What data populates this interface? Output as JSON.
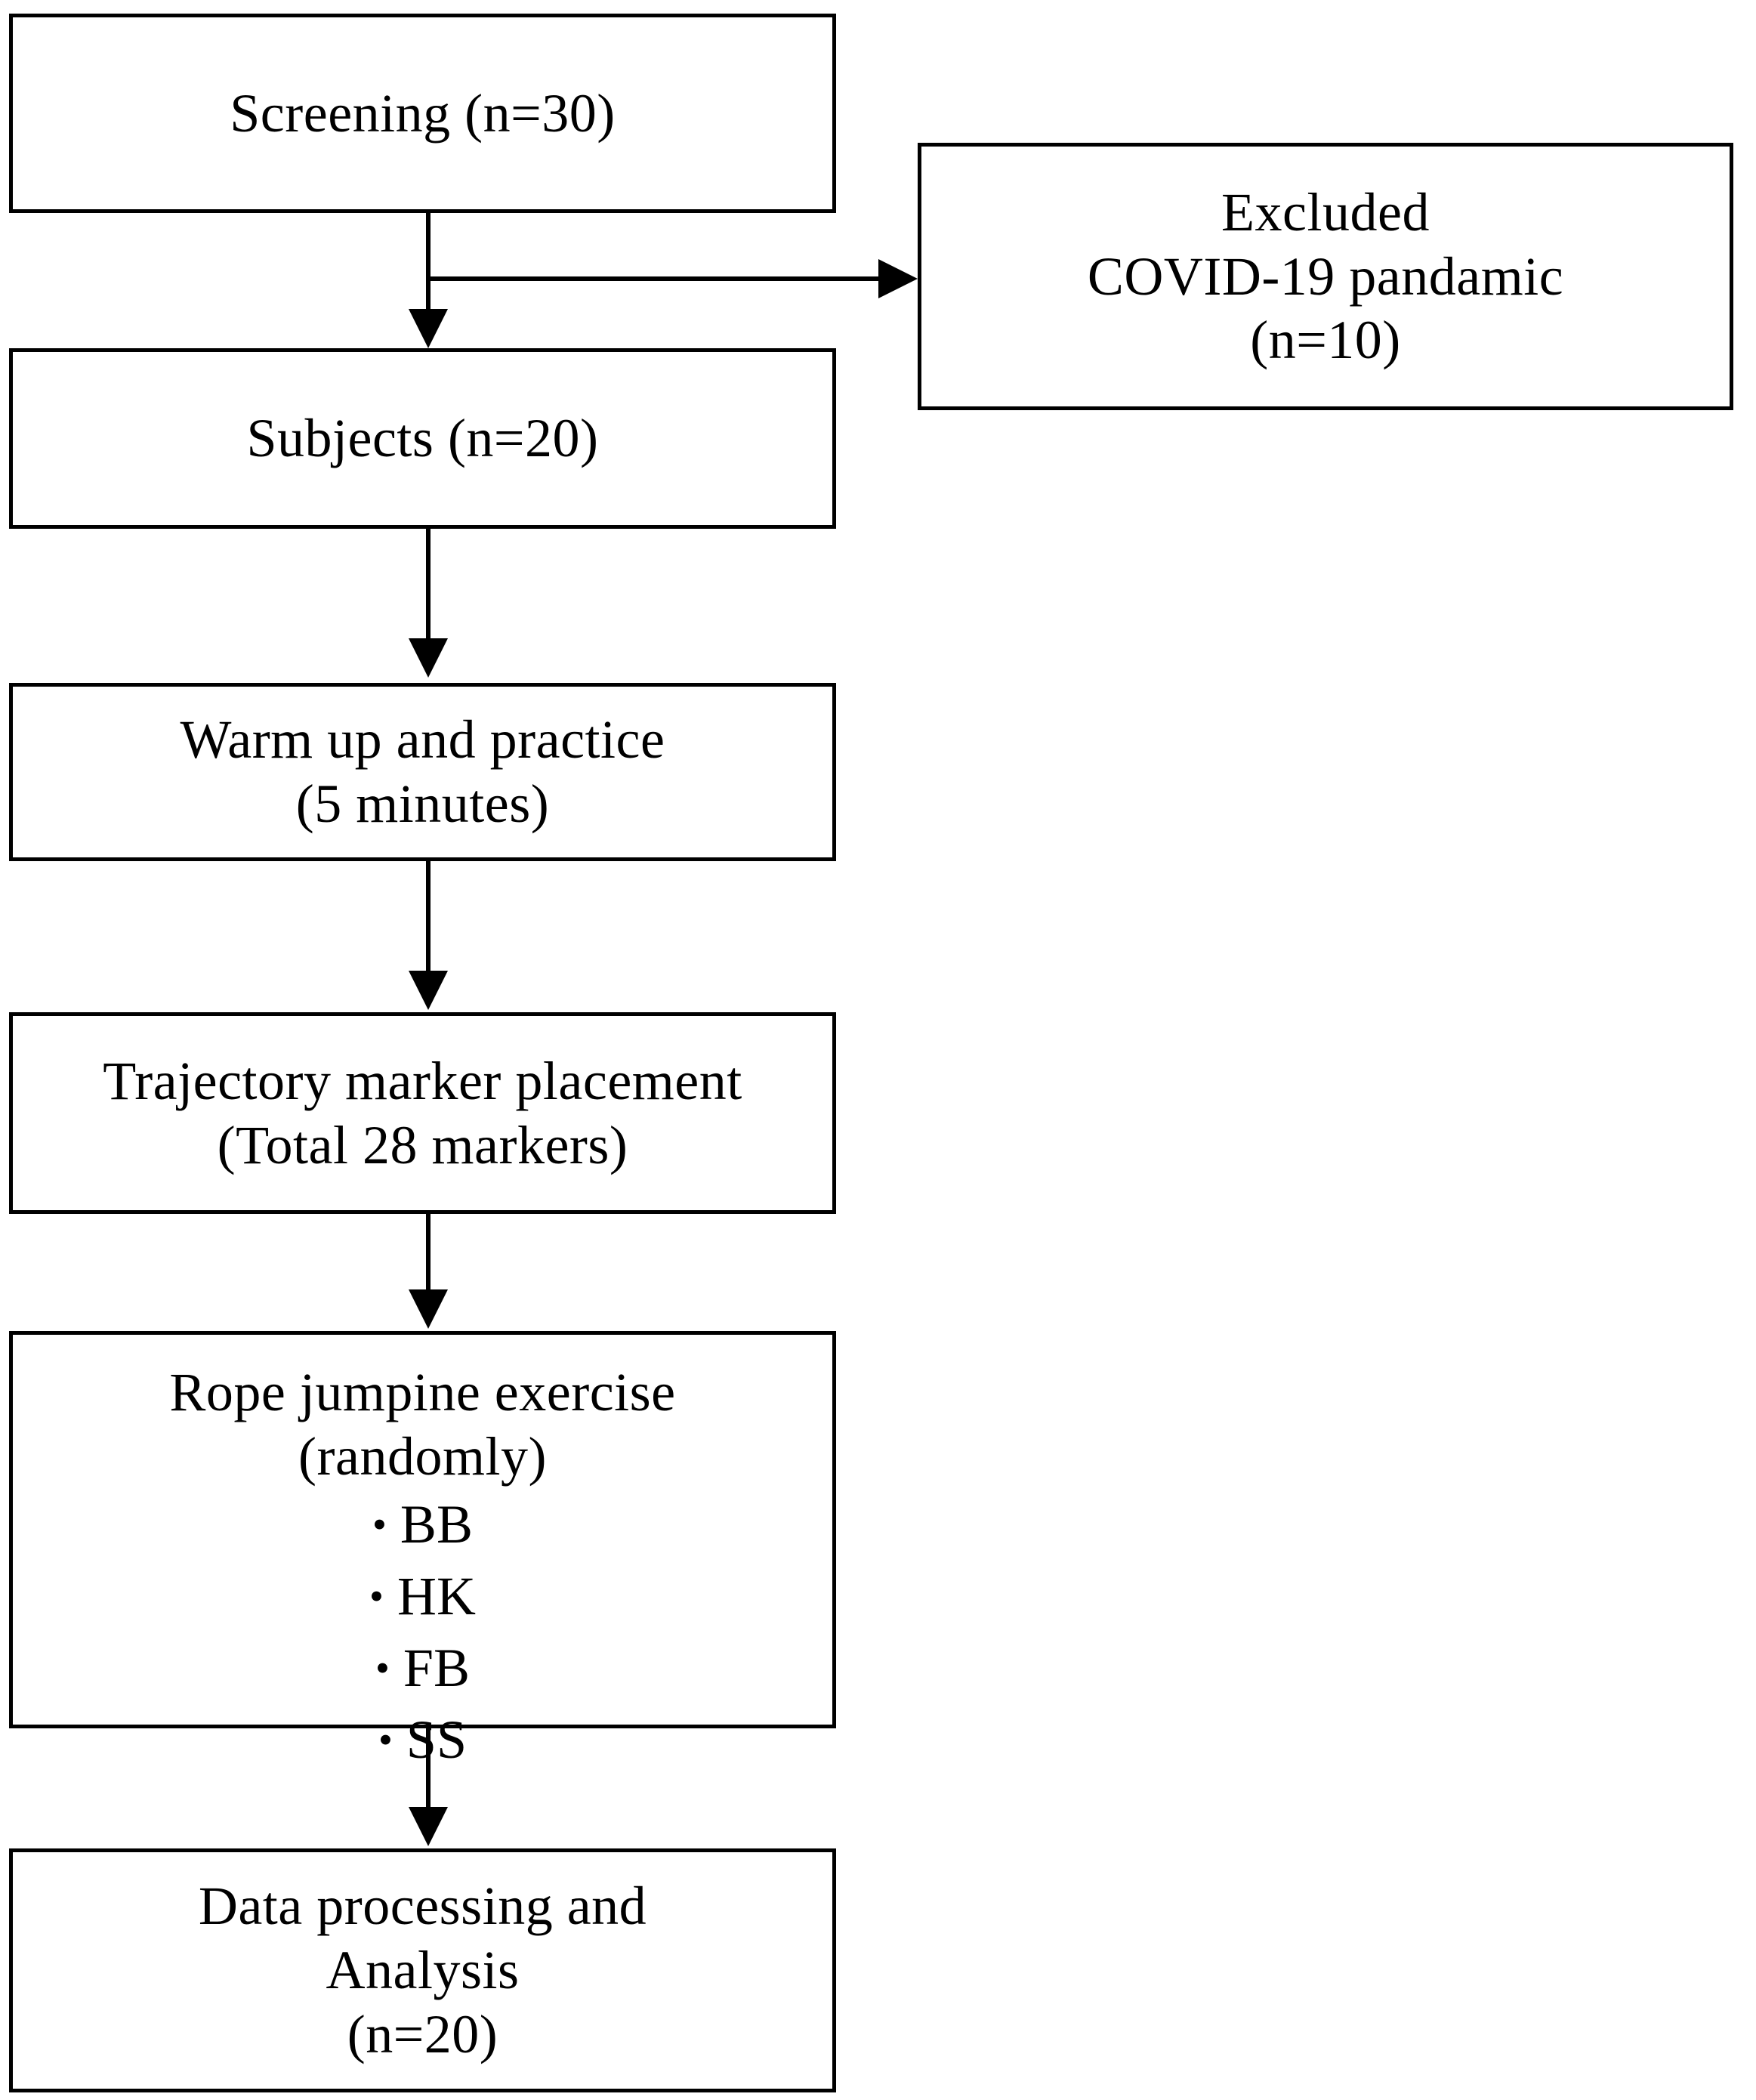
{
  "diagram": {
    "type": "flowchart",
    "title": "Study protocol flow diagram",
    "orientation": "top-to-bottom with one side branch",
    "colors": {
      "background": "#ffffff",
      "stroke": "#000000",
      "text": "#000000"
    },
    "nodes": [
      {
        "id": "screening",
        "lines": [
          "Screening (n=30)"
        ]
      },
      {
        "id": "excluded",
        "lines": [
          "Excluded",
          "COVID-19 pandamic",
          "(n=10)"
        ]
      },
      {
        "id": "subjects",
        "lines": [
          "Subjects (n=20)"
        ]
      },
      {
        "id": "warmup",
        "lines": [
          "Warm up and practice",
          "(5 minutes)"
        ]
      },
      {
        "id": "markers",
        "lines": [
          "Trajectory marker placement",
          "(Total 28 markers)"
        ]
      },
      {
        "id": "rope",
        "lines": [
          "Rope jumpine exercise",
          "(randomly)"
        ],
        "bullets": [
          "BB",
          "HK",
          "FB",
          "SS"
        ],
        "bullet_glyph": "•"
      },
      {
        "id": "analysis",
        "lines": [
          "Data processing and",
          "Analysis",
          "(n=20)"
        ]
      }
    ],
    "edges": [
      {
        "id": "screening-to-subjects",
        "from": "screening",
        "to": "subjects",
        "direction": "down"
      },
      {
        "id": "screening-to-excluded",
        "from": "screening",
        "to": "excluded",
        "direction": "right"
      },
      {
        "id": "subjects-to-warmup",
        "from": "subjects",
        "to": "warmup",
        "direction": "down"
      },
      {
        "id": "warmup-to-markers",
        "from": "warmup",
        "to": "markers",
        "direction": "down"
      },
      {
        "id": "markers-to-rope",
        "from": "markers",
        "to": "rope",
        "direction": "down"
      },
      {
        "id": "rope-to-analysis",
        "from": "rope",
        "to": "analysis",
        "direction": "down"
      }
    ]
  }
}
